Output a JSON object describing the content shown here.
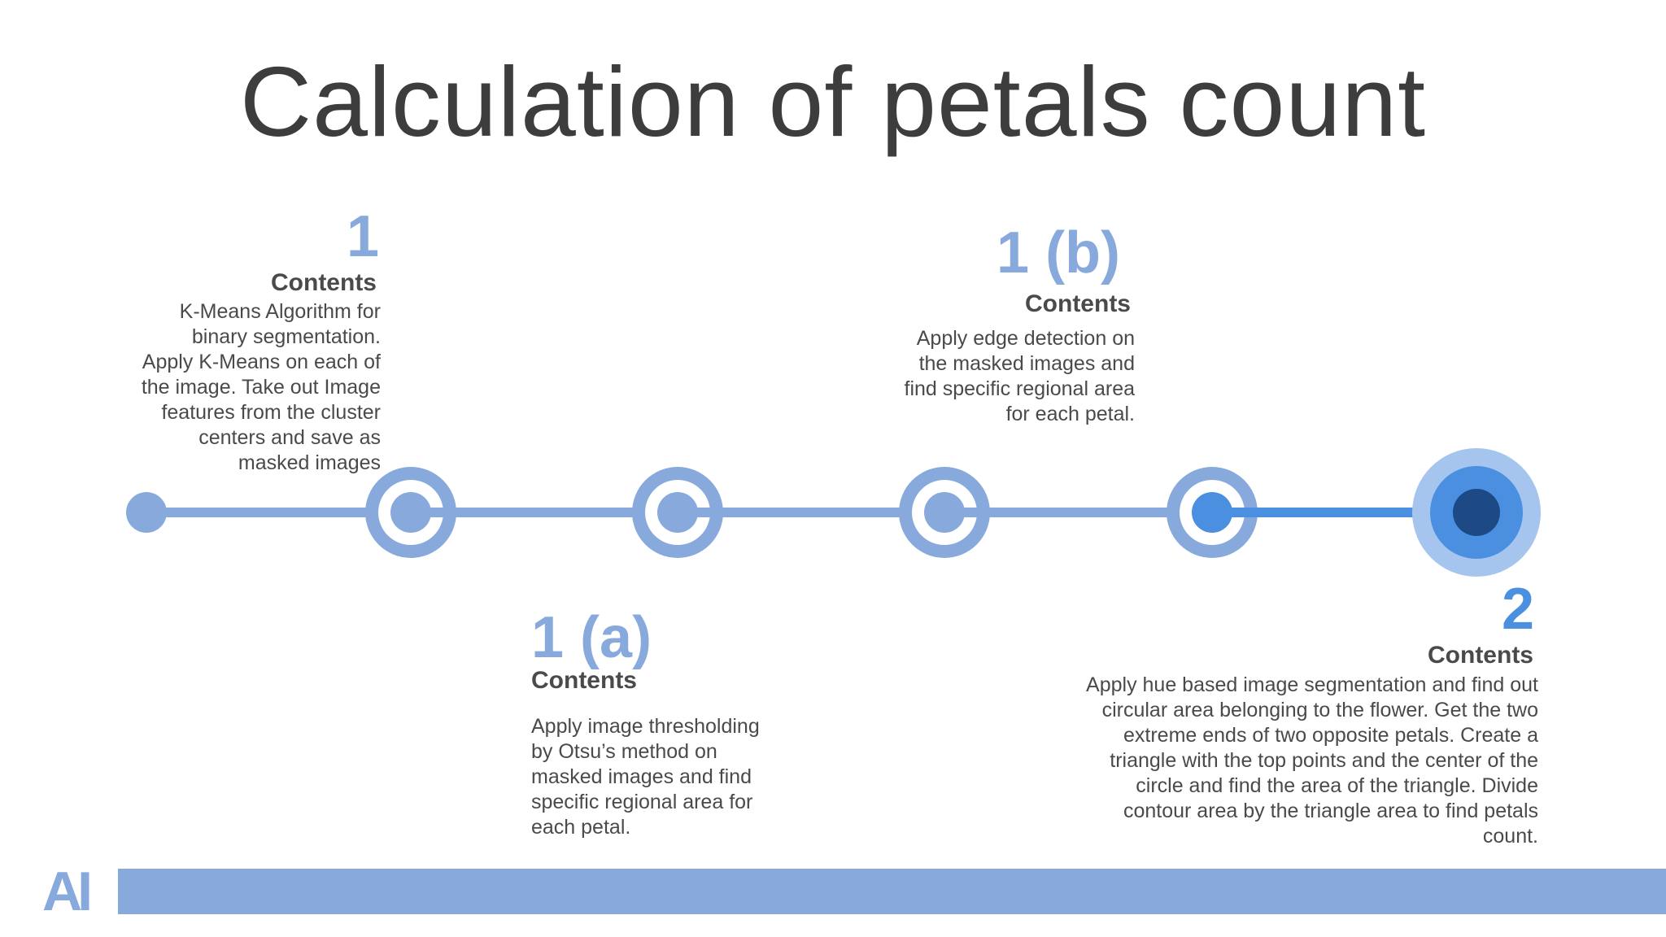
{
  "title": "Calculation of petals count",
  "steps": {
    "s1": {
      "number": "1",
      "heading": "Contents",
      "lines": [
        "K-Means Algorithm for",
        "binary segmentation.",
        "Apply K-Means on each of",
        "the image. Take out Image",
        "features from the cluster",
        "centers and save as",
        "masked images"
      ]
    },
    "s1a": {
      "number": "1 (a)",
      "heading": "Contents",
      "lines": [
        "Apply image thresholding",
        "by Otsu’s method on",
        "masked images and find",
        "specific regional area for",
        "each petal."
      ]
    },
    "s1b": {
      "number": "1 (b)",
      "heading": "Contents",
      "lines": [
        "Apply edge detection on",
        "the masked images and",
        "find specific regional area",
        "for each petal."
      ]
    },
    "s2": {
      "number": "2",
      "heading": "Contents",
      "lines": [
        "Apply hue based image segmentation and find out",
        "circular area belonging to the flower. Get the two",
        "extreme ends of two opposite petals. Create a",
        "triangle with the top points and the center of the",
        "circle and find the area of the triangle. Divide",
        "contour area by the triangle area to find petals",
        "count."
      ]
    }
  },
  "logo": {
    "text": "AI"
  },
  "colors": {
    "accent": "#87a9dc",
    "accent_bright": "#4a8fe0",
    "final_outer": "#a6c5ee",
    "final_core": "#1d4a85",
    "title_text": "#3d3d3d",
    "body_text": "#4a4a4a"
  }
}
